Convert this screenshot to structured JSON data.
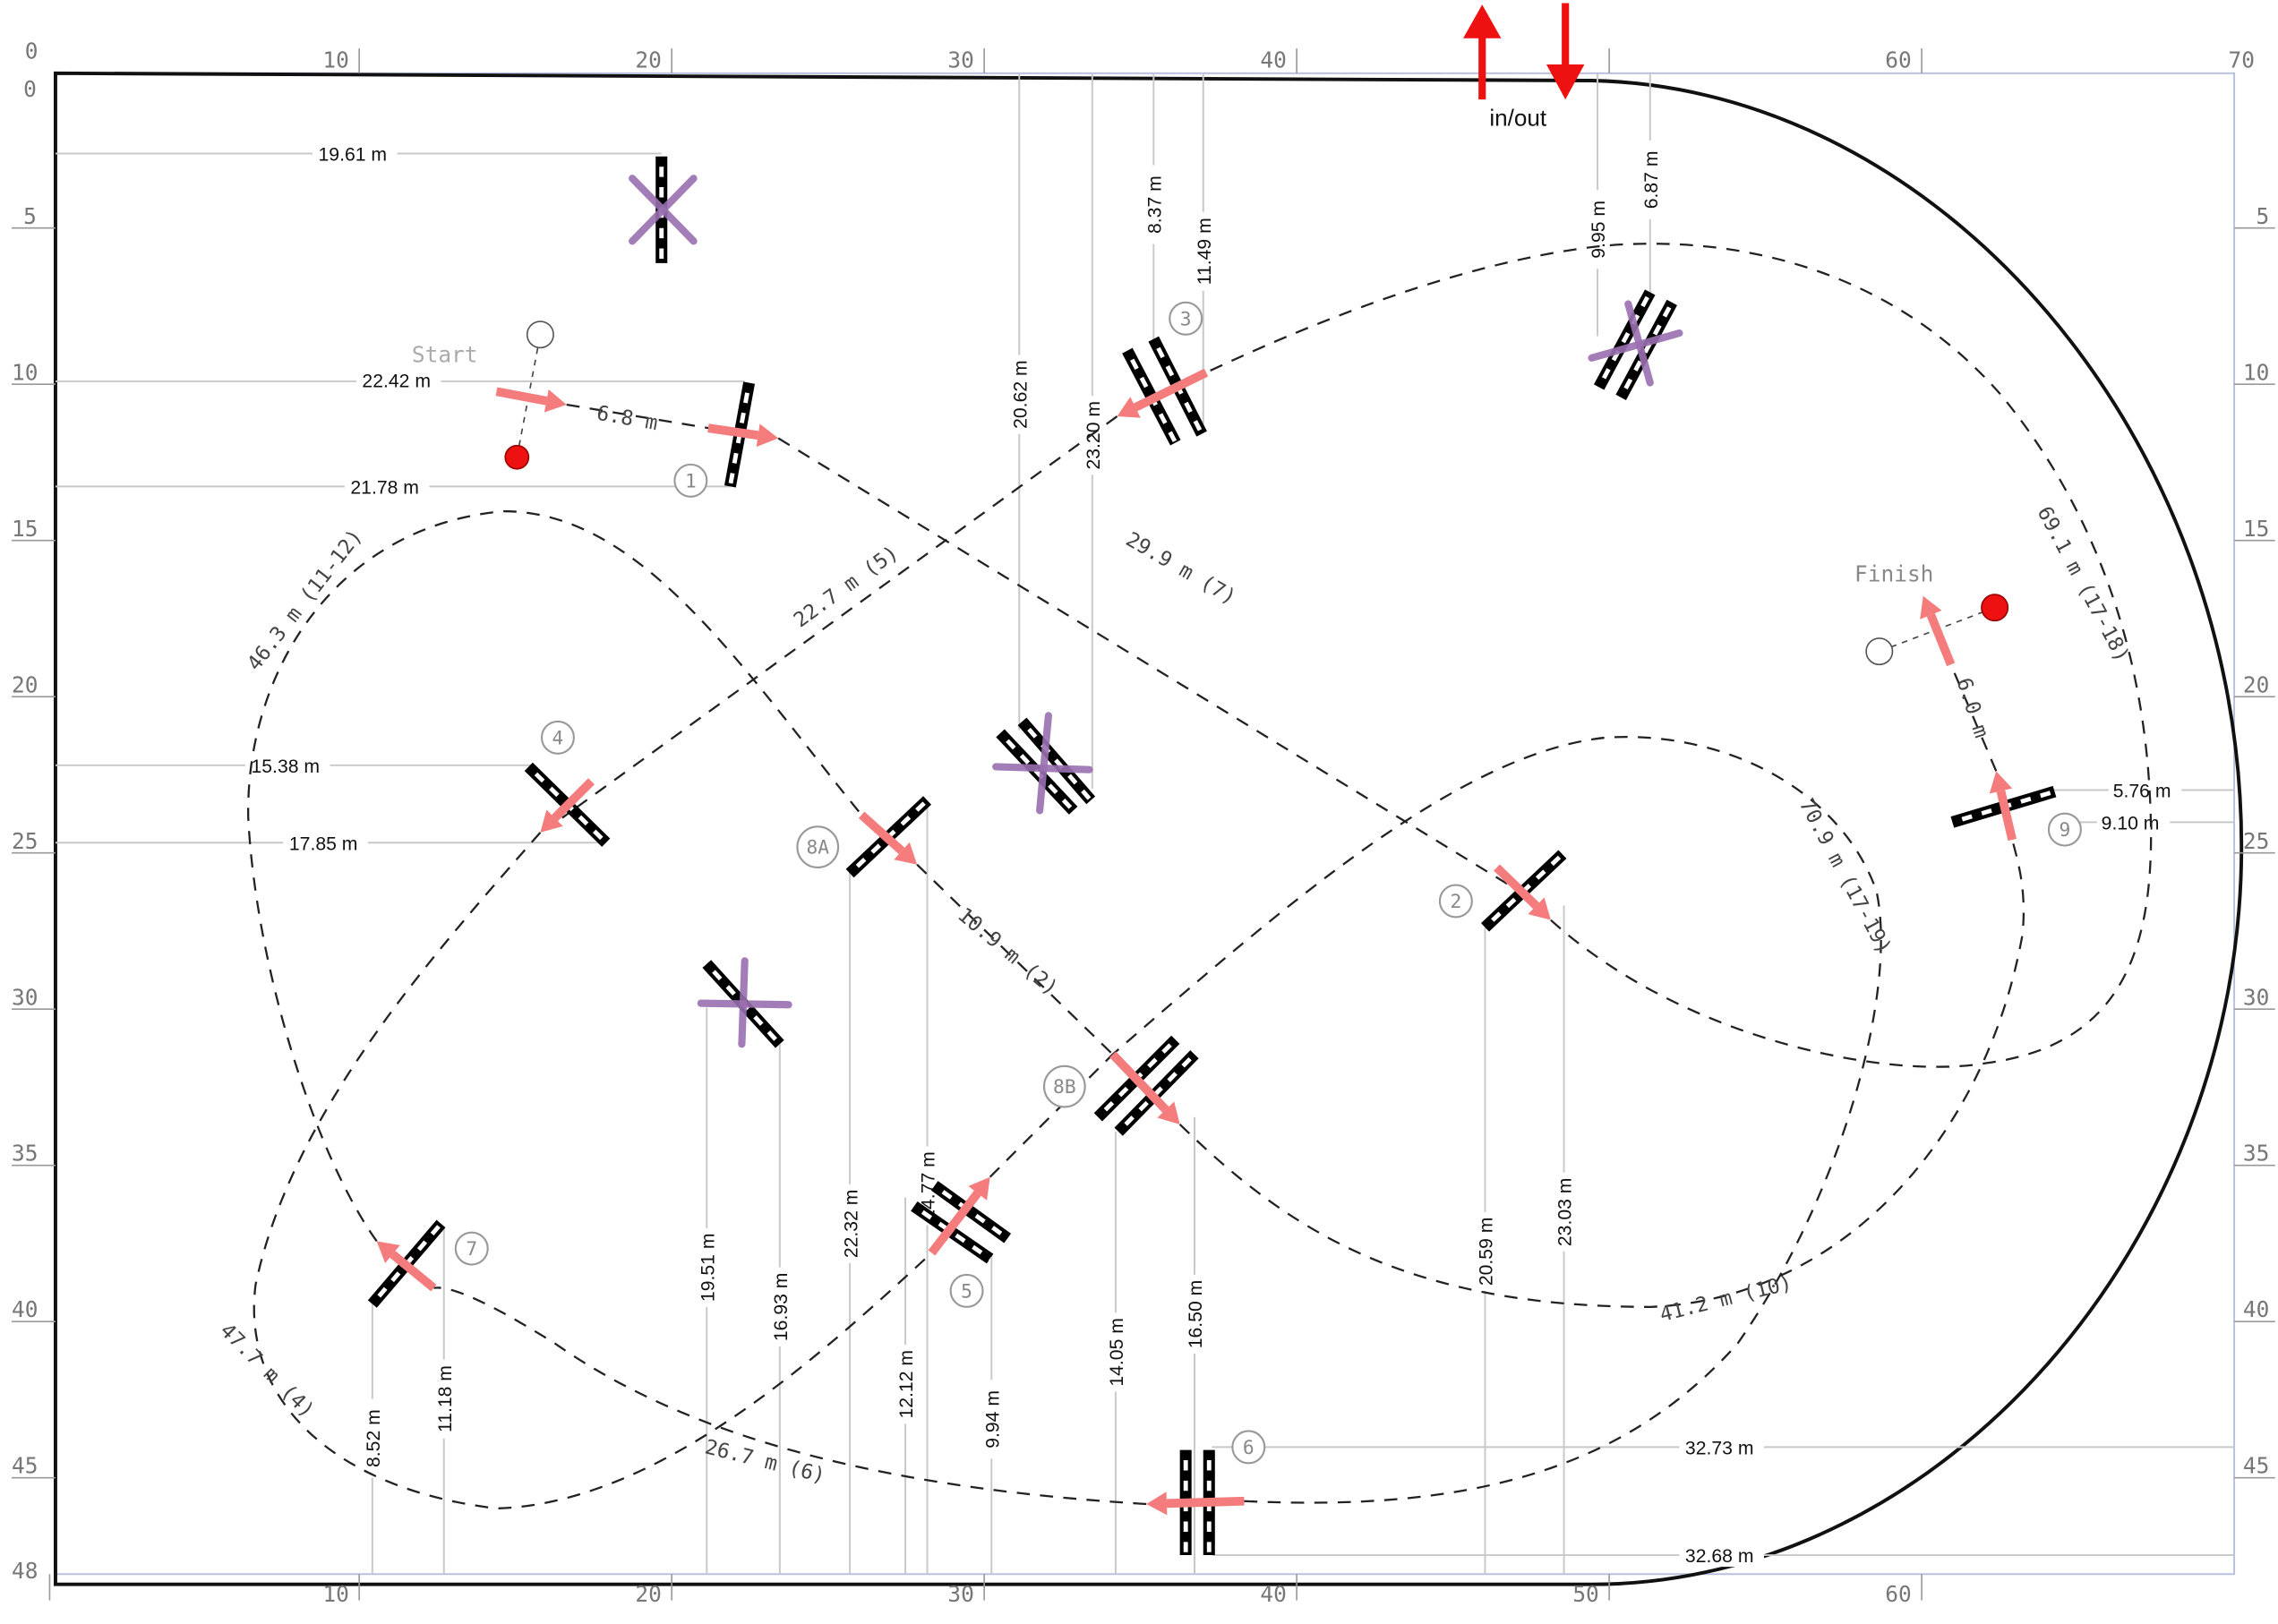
{
  "axis": {
    "top": [
      "0",
      "10",
      "20",
      "30",
      "40",
      "60",
      "70"
    ],
    "left": [
      "0",
      "5",
      "10",
      "15",
      "20",
      "25",
      "30",
      "35",
      "40",
      "45",
      "48"
    ],
    "right": [
      "5",
      "10",
      "15",
      "20",
      "25",
      "30",
      "35",
      "40",
      "45"
    ],
    "bottom": [
      "10",
      "20",
      "30",
      "40",
      "50",
      "60"
    ]
  },
  "entrance": {
    "label": "in/out"
  },
  "start_label": "Start",
  "finish_label": "Finish",
  "obstacle_numbers": [
    "1",
    "2",
    "3",
    "4",
    "5",
    "6",
    "7",
    "8A",
    "8B",
    "9"
  ],
  "horizontal_dimensions": [
    "19.61 m",
    "22.42 m",
    "21.78 m",
    "15.38 m",
    "17.85 m",
    "5.76 m",
    "9.10 m",
    "32.73 m",
    "32.68 m"
  ],
  "vertical_dimensions_top": [
    "20.62 m",
    "23.20 m",
    "8.37 m",
    "11.49 m",
    "9.95 m",
    "6.87 m"
  ],
  "vertical_dimensions_bottom": [
    "8.52 m",
    "11.18 m",
    "19.51 m",
    "16.93 m",
    "22.32 m",
    "12.12 m",
    "24.77 m",
    "9.94 m",
    "14.05 m",
    "16.50 m",
    "20.59 m",
    "23.03 m"
  ],
  "path_distances": [
    "6.8 m",
    "29.9 m (7)",
    "22.7 m (5)",
    "46.3 m (11-12)",
    "10.9 m (2)",
    "47.7 m (4)",
    "26.7 m (6)",
    "41.2 m (10)",
    "70.9 m (17-19)",
    "69.1 m (17-18)",
    "6.0 m"
  ],
  "colors": {
    "arrow": "#f47c7c",
    "entrance_arrow": "#ee1111",
    "marker": "#ee1111",
    "crossed": "#9a6fb0"
  }
}
